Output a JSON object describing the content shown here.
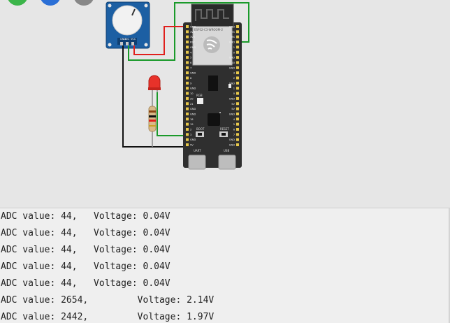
{
  "toolbar": {
    "buttons": [
      {
        "icon": "play-icon",
        "color": "#3cb54a"
      },
      {
        "icon": "pause-icon",
        "color": "#2b6fd6"
      },
      {
        "icon": "stop-icon",
        "color": "#888888"
      }
    ]
  },
  "board": {
    "antenna_label": "ESP32-C3-WROOM-2",
    "rgb_label": "RGB",
    "boot_label": "BOOT",
    "reset_label": "RESET",
    "uart_label": "UART",
    "usb_label": "USB",
    "left_pins": [
      "GND",
      "3V3",
      "3V3",
      "RST",
      "GND",
      "4",
      "5",
      "6",
      "7",
      "GND",
      "8",
      "9",
      "GND",
      "10",
      "20",
      "21",
      "GND",
      "GND",
      "18",
      "19",
      "2",
      "3",
      "GND",
      "5V"
    ],
    "right_pins": [
      "GND",
      "TX",
      "RX",
      "GND",
      "1",
      "0",
      "GND",
      "10",
      "GND",
      "3",
      "2",
      "GND",
      "1",
      "0",
      "GND",
      "5V",
      "5V",
      "GND",
      "4",
      "5",
      "6",
      "7",
      "GND",
      "GND"
    ]
  },
  "potentiometer": {
    "pin_labels": [
      "GND",
      "SIG",
      "VCC"
    ]
  },
  "colors": {
    "board": "#2f2f2f",
    "pin": "#e8c84a",
    "wire_red": "#e0201c",
    "wire_green": "#1a9a2a",
    "wire_black": "#111111",
    "pot_body": "#1c5fa3",
    "led": "#e8322a"
  },
  "serial": {
    "lines": [
      "ADC value: 44,   Voltage: 0.04V",
      "ADC value: 44,   Voltage: 0.04V",
      "ADC value: 44,   Voltage: 0.04V",
      "ADC value: 44,   Voltage: 0.04V",
      "ADC value: 44,   Voltage: 0.04V",
      "ADC value: 2654,         Voltage: 2.14V",
      "ADC value: 2442,         Voltage: 1.97V"
    ]
  }
}
